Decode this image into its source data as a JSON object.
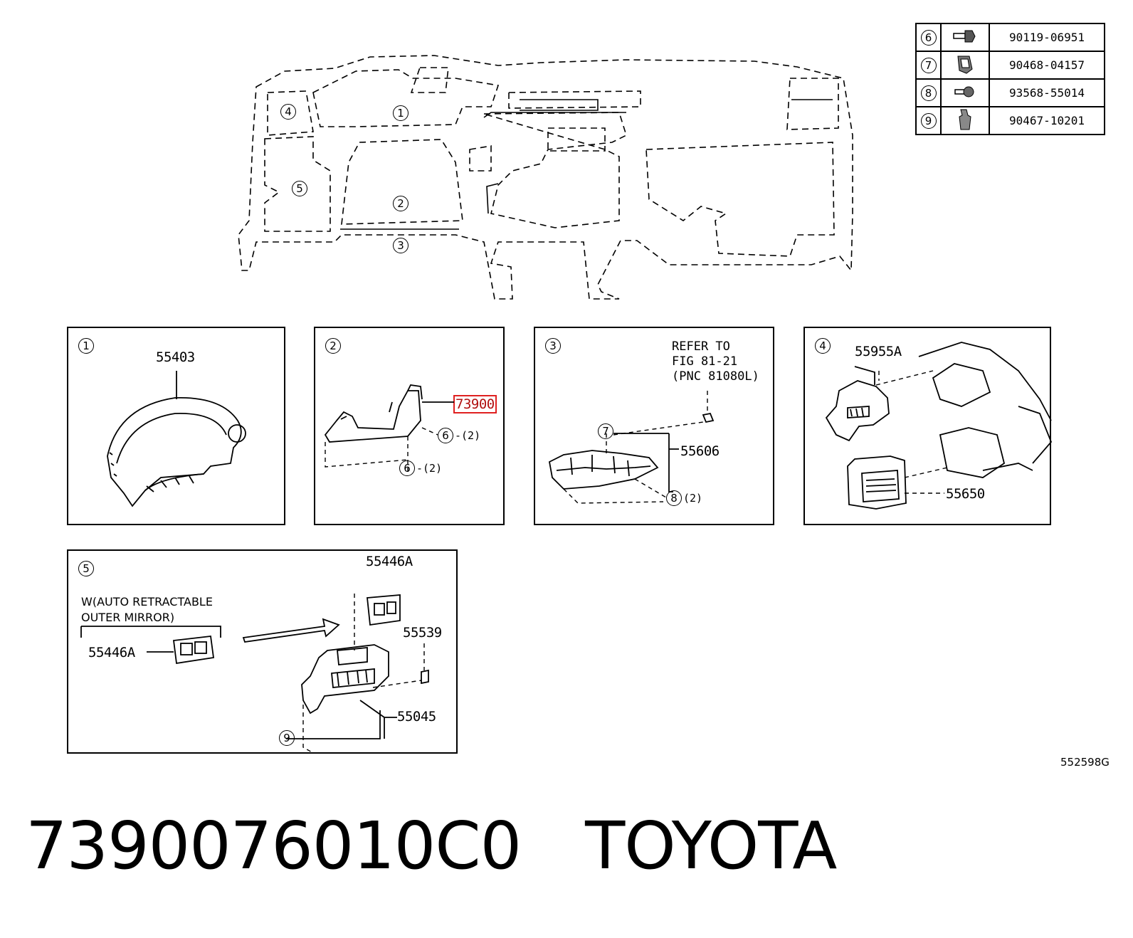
{
  "parts_table": [
    {
      "ref": "6",
      "icon": "bolt-icon",
      "number": "90119-06951"
    },
    {
      "ref": "7",
      "icon": "clip-icon",
      "number": "90468-04157"
    },
    {
      "ref": "8",
      "icon": "screw-icon",
      "number": "93568-55014"
    },
    {
      "ref": "9",
      "icon": "clip-icon",
      "number": "90467-10201"
    }
  ],
  "overview": {
    "callouts": [
      "1",
      "2",
      "3",
      "4",
      "5"
    ]
  },
  "panel1": {
    "ref": "1",
    "part": "55403"
  },
  "panel2": {
    "ref": "2",
    "part_highlight": "73900",
    "fastener_ref": "6",
    "fastener_qty": "-(2)",
    "fastener2_ref": "6",
    "fastener2_qty": "-(2)"
  },
  "panel3": {
    "ref": "3",
    "refer_line1": "REFER TO",
    "refer_line2": "FIG 81-21",
    "refer_line3": "(PNC 81080L)",
    "clip_ref": "7",
    "part": "55606",
    "screw_ref": "8",
    "screw_qty": "(2)"
  },
  "panel4": {
    "ref": "4",
    "part_a": "55955A",
    "part_b": "55650"
  },
  "panel5": {
    "ref": "5",
    "note_line1": "W(AUTO RETRACTABLE",
    "note_line2": "OUTER MIRROR)",
    "switch_left": "55446A",
    "switch_top": "55446A",
    "part_a": "55539",
    "part_b": "55045",
    "clip_ref": "9"
  },
  "figure_code": "552598G",
  "title": {
    "part_number": "7390076010C0",
    "brand": "TOYOTA"
  },
  "colors": {
    "highlight": "#e02020"
  }
}
